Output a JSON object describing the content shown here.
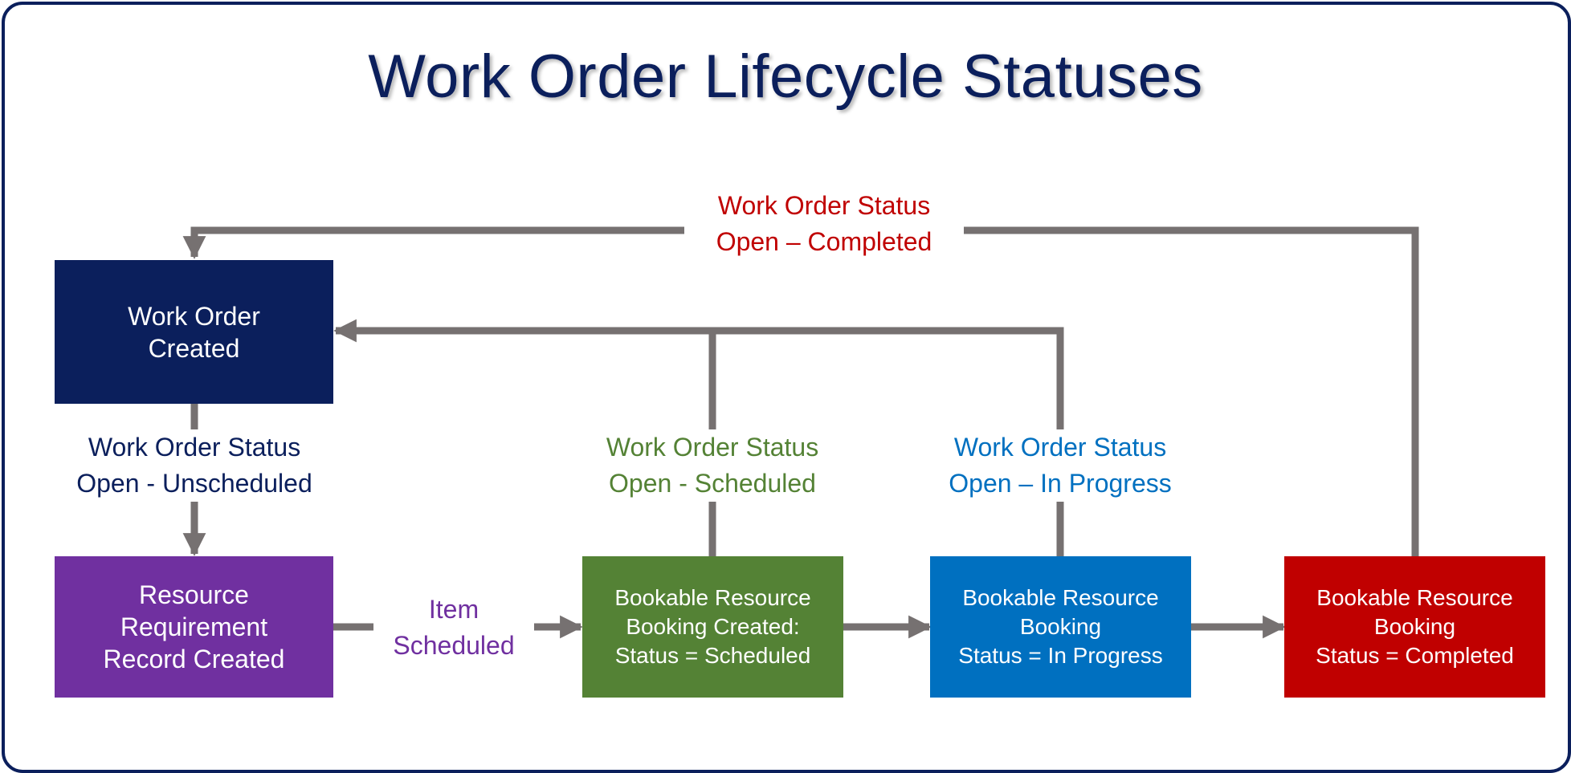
{
  "title": "Work Order Lifecycle Statuses",
  "colors": {
    "navy": "#0b1f5c",
    "purple": "#7030a0",
    "green": "#548235",
    "blue": "#0070c0",
    "red": "#c00000",
    "connector": "#767171"
  },
  "boxes": {
    "work_order_created": "Work Order\nCreated",
    "resource_requirement": "Resource\nRequirement\nRecord Created",
    "booking_scheduled": "Bookable Resource\nBooking Created:\nStatus = Scheduled",
    "booking_in_progress": "Bookable Resource\nBooking\nStatus = In Progress",
    "booking_completed": "Bookable Resource\nBooking\nStatus = Completed"
  },
  "labels": {
    "open_unscheduled": "Work Order Status\nOpen - Unscheduled",
    "item_scheduled": "Item\nScheduled",
    "open_scheduled": "Work Order Status\nOpen - Scheduled",
    "open_in_progress": "Work Order Status\nOpen – In Progress",
    "open_completed": "Work Order Status\nOpen – Completed"
  }
}
